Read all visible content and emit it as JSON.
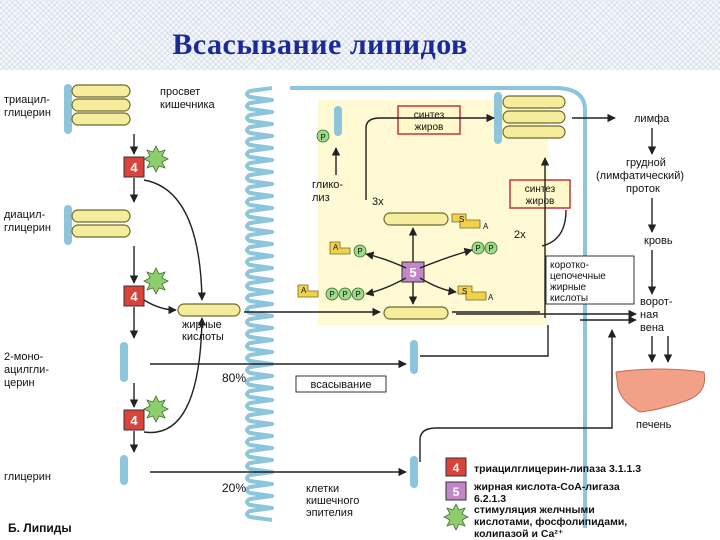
{
  "title": "Всасывание липидов",
  "figure_label": "Б. Липиды",
  "left_labels": {
    "triacylglycerol": [
      "триацил-",
      "глицерин"
    ],
    "diacylglycerol": [
      "диацил-",
      "глицерин"
    ],
    "monoacylglycerol": [
      "2-моно-",
      "ацилгли-",
      "церин"
    ],
    "glycerol": "глицерин",
    "fatty_acids": [
      "жирные",
      "кислоты"
    ]
  },
  "lumen_label": [
    "просвет",
    "кишечника"
  ],
  "cell_label": [
    "клетки",
    "кишечного",
    "эпителия"
  ],
  "absorption_label": "всасывание",
  "percent_80": "80%",
  "percent_20": "20%",
  "glycolysis_label": [
    "гликолиз",
    ""
  ],
  "glycolysis_lines": [
    "глико-",
    "лиз"
  ],
  "synth_label_1": [
    "синтез",
    "жиров"
  ],
  "synth_label_2": [
    "синтез",
    "жиров"
  ],
  "stoich_3x": "3x",
  "stoich_2x": "2x",
  "enzyme_4": "4",
  "enzyme_5": "5",
  "p_letter": "P",
  "a_letter": "A",
  "s_letter": "S",
  "short_chain_label": [
    "коротко-",
    "цепочечные",
    "жирные",
    "кислоты"
  ],
  "right_labels": {
    "lymph": "лимфа",
    "thoracic_duct": [
      "грудной",
      "(лимфатический)",
      "проток"
    ],
    "blood": "кровь",
    "portal_vein": [
      "ворот-",
      "ная",
      "вена"
    ],
    "liver": "печень"
  },
  "legend": {
    "item4_num": "4",
    "item4_text": "триацилглицерин-липаза 3.1.1.3",
    "item5_num": "5",
    "item5_text": [
      "жирная кислота-СоА-лигаза",
      "6.2.1.3"
    ],
    "star_text": [
      "стимуляция желчными",
      "кислотами, фосфолипидами,",
      "колипазой и Са²⁺"
    ]
  },
  "colors": {
    "title": "#1c2a96",
    "fat_drop_fill": "#f5ec9c",
    "fat_drop_stroke": "#6d6a2e",
    "enzyme_4": "#d9433b",
    "enzyme_5": "#c586c8",
    "star": "#8fce6d",
    "cell_membrane": "#8cc5dc",
    "p_circle": "#9fd98a",
    "acyl": "#f3d24b",
    "liver": "#f2a087",
    "synth_box_border": "#c1363a"
  }
}
